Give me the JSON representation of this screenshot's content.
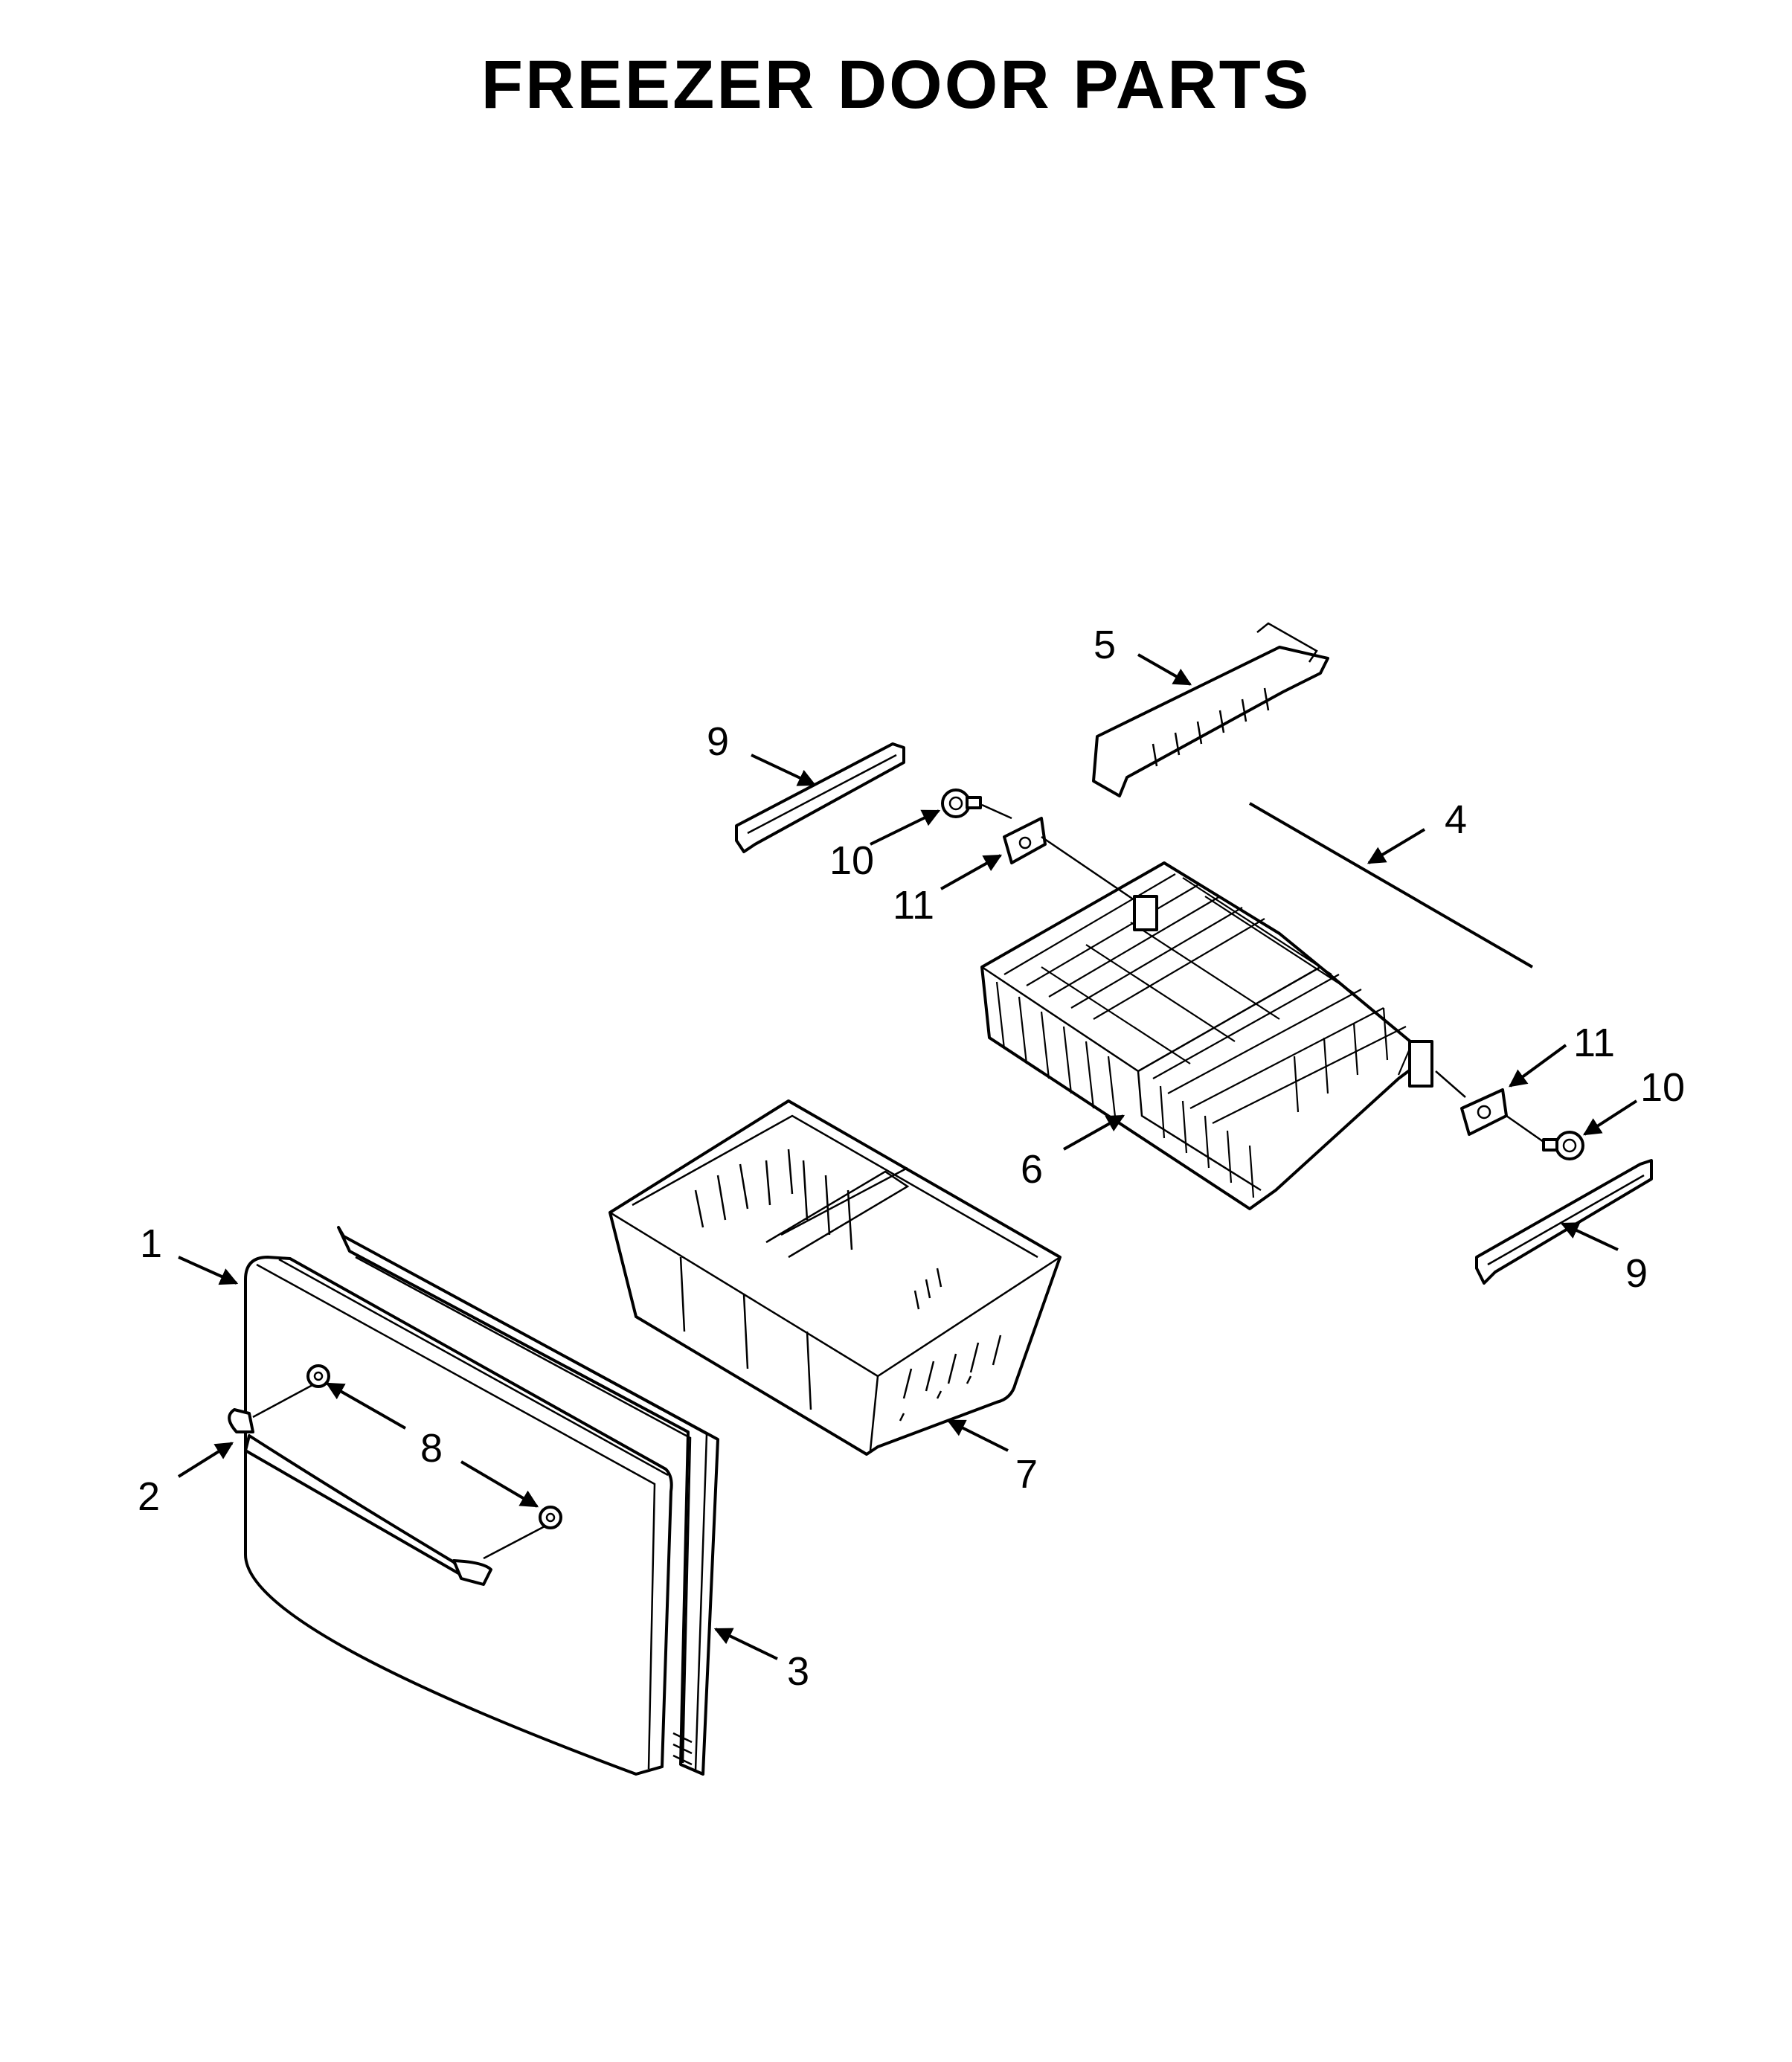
{
  "title": "FREEZER DOOR PARTS",
  "callouts": [
    {
      "id": "c1",
      "label": "1"
    },
    {
      "id": "c2",
      "label": "2"
    },
    {
      "id": "c3",
      "label": "3"
    },
    {
      "id": "c4",
      "label": "4"
    },
    {
      "id": "c5",
      "label": "5"
    },
    {
      "id": "c6",
      "label": "6"
    },
    {
      "id": "c7",
      "label": "7"
    },
    {
      "id": "c8",
      "label": "8"
    },
    {
      "id": "c9a",
      "label": "9"
    },
    {
      "id": "c9b",
      "label": "9"
    },
    {
      "id": "c10a",
      "label": "10"
    },
    {
      "id": "c10b",
      "label": "10"
    },
    {
      "id": "c11a",
      "label": "11"
    },
    {
      "id": "c11b",
      "label": "11"
    }
  ]
}
